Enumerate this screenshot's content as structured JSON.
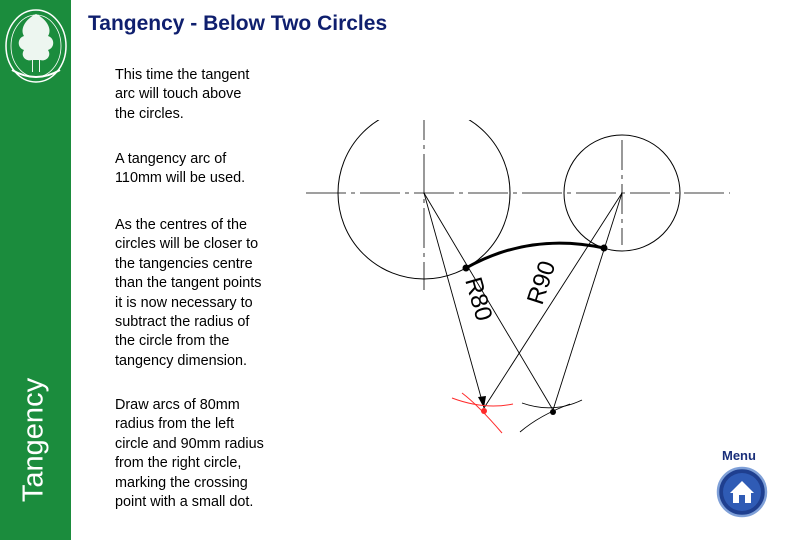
{
  "title": "Tangency - Below Two Circles",
  "sidebar": {
    "label": "Tangency",
    "logo_icon": "tree-emblem-icon",
    "color": "#1b8c3d"
  },
  "paragraphs": [
    "This time the tangent\narc will touch above\nthe circles.",
    "A tangency arc of\n110mm will be used.",
    "As the centres of the\ncircles will be closer to\nthe tangencies centre\nthan the tangent points\nit is now necessary to\nsubtract the radius of\nthe circle from the\ntangency dimension.",
    "Draw arcs of 80mm\nradius from the left\ncircle and 90mm radius\nfrom the right circle,\nmarking the crossing\npoint with a small dot."
  ],
  "diagram": {
    "label_left": "R80",
    "label_right": "R90",
    "arc_color": "#ff2a2a"
  },
  "nav": {
    "menu_label": "Menu",
    "home_icon": "home-icon"
  }
}
